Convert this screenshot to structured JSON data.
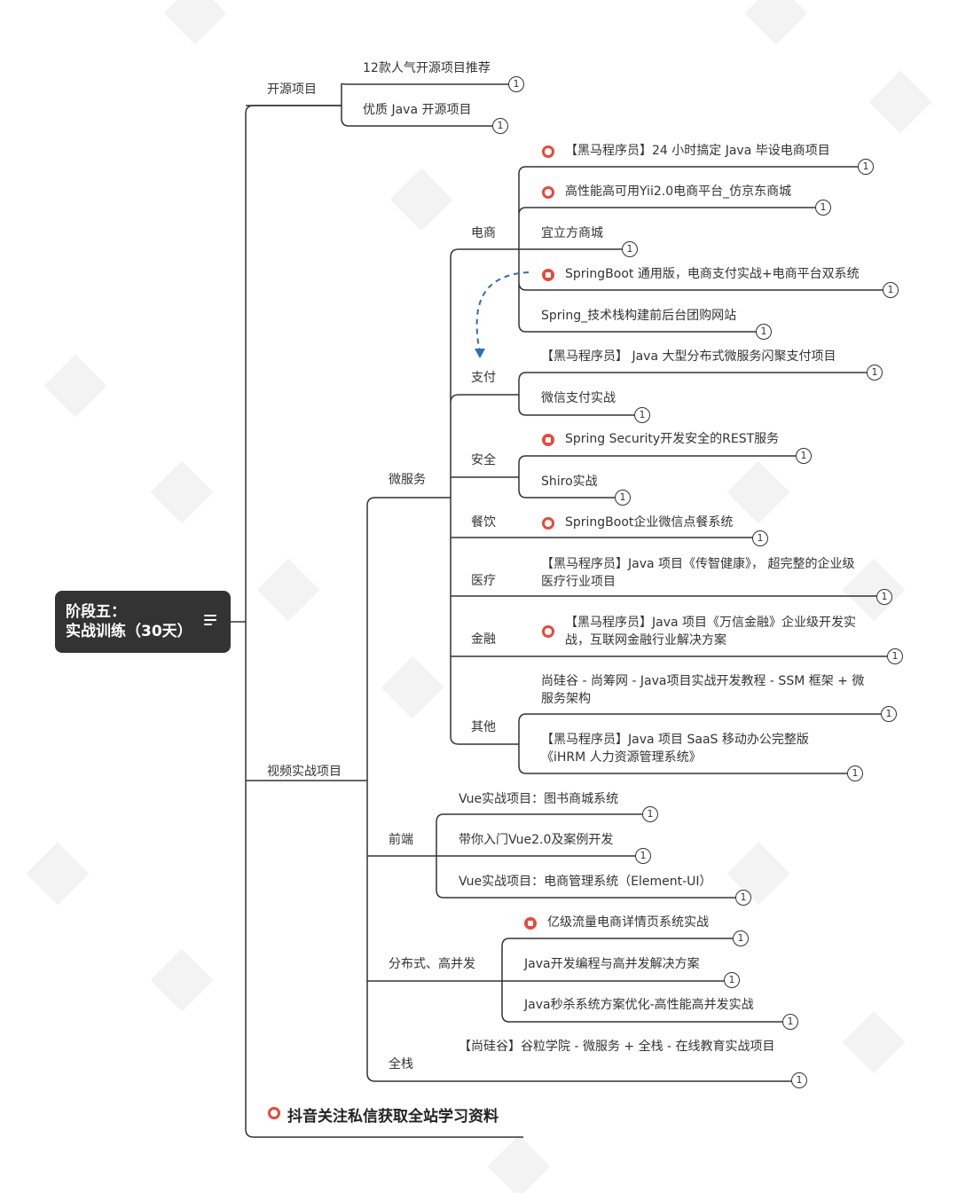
{
  "root": {
    "line1": "阶段五：",
    "line2": "实战训练（30天）",
    "icon": "notes-icon"
  },
  "branches": {
    "open_source": "开源项目",
    "video": "视频实战项目"
  },
  "open_source_items": [
    {
      "label": "12款人气开源项目推荐",
      "count": "1"
    },
    {
      "label": "优质 Java 开源项目",
      "count": "1"
    }
  ],
  "groups": {
    "microservice": "微服务",
    "frontend": "前端",
    "distributed": "分布式、高并发",
    "fullstack": "全栈"
  },
  "categories": {
    "ecommerce": "电商",
    "payment": "支付",
    "security": "安全",
    "catering": "餐饮",
    "medical": "医疗",
    "finance": "金融",
    "other": "其他"
  },
  "ecommerce_items": [
    {
      "label": "【黑马程序员】24 小时搞定 Java 毕设电商项目",
      "count": "1",
      "icon": "heart-icon"
    },
    {
      "label": "高性能高可用Yii2.0电商平台_仿京东商城",
      "count": "1",
      "icon": "heart-icon"
    },
    {
      "label": "宜立方商城",
      "count": "1"
    },
    {
      "label": "SpringBoot 通用版，电商支付实战+电商平台双系统",
      "count": "1",
      "icon": "thumbs-up-icon"
    },
    {
      "label": "Spring_技术栈构建前后台团购网站",
      "count": "1"
    }
  ],
  "payment_items": [
    {
      "label": "【黑马程序员】 Java 大型分布式微服务闪聚支付项目",
      "count": "1"
    },
    {
      "label": "微信支付实战",
      "count": "1"
    }
  ],
  "security_items": [
    {
      "label": "Spring Security开发安全的REST服务",
      "count": "1",
      "icon": "thumbs-up-icon"
    },
    {
      "label": "Shiro实战",
      "count": "1"
    }
  ],
  "catering_items": [
    {
      "label": "SpringBoot企业微信点餐系统",
      "count": "1",
      "icon": "heart-icon"
    }
  ],
  "medical_items": [
    {
      "label": "【黑马程序员】Java 项目《传智健康》， 超完整的企业级医疗行业项目",
      "count": "1"
    }
  ],
  "finance_items": [
    {
      "label": "【黑马程序员】Java 项目《万信金融》企业级开发实战，互联网金融行业解决方案",
      "count": "1",
      "icon": "heart-icon"
    }
  ],
  "other_items": [
    {
      "label": "尚硅谷 - 尚筹网 - Java项目实战开发教程 - SSM 框架 + 微服务架构",
      "count": "1"
    },
    {
      "label": "【黑马程序员】Java 项目 SaaS 移动办公完整版《iHRM 人力资源管理系统》",
      "count": "1"
    }
  ],
  "frontend_items": [
    {
      "label": "Vue实战项目：图书商城系统",
      "count": "1"
    },
    {
      "label": "带你入门Vue2.0及案例开发",
      "count": "1"
    },
    {
      "label": "Vue实战项目：电商管理系统（Element-UI）",
      "count": "1"
    }
  ],
  "distributed_items": [
    {
      "label": "亿级流量电商详情页系统实战",
      "count": "1",
      "icon": "thumbs-up-icon"
    },
    {
      "label": "Java开发编程与高并发解决方案",
      "count": "1"
    },
    {
      "label": "Java秒杀系统方案优化-高性能高并发实战",
      "count": "1"
    }
  ],
  "fullstack_items": [
    {
      "label": "【尚硅谷】谷粒学院 - 微服务 + 全栈 - 在线教育实战项目",
      "count": "1"
    }
  ],
  "footer": {
    "text": "抖音关注私信获取全站学习资料",
    "icon": "heart-icon"
  },
  "colors": {
    "line": "#333333",
    "root_bg": "#333333",
    "icon_red": "#e8493b",
    "arrow": "#2f6fb5"
  }
}
